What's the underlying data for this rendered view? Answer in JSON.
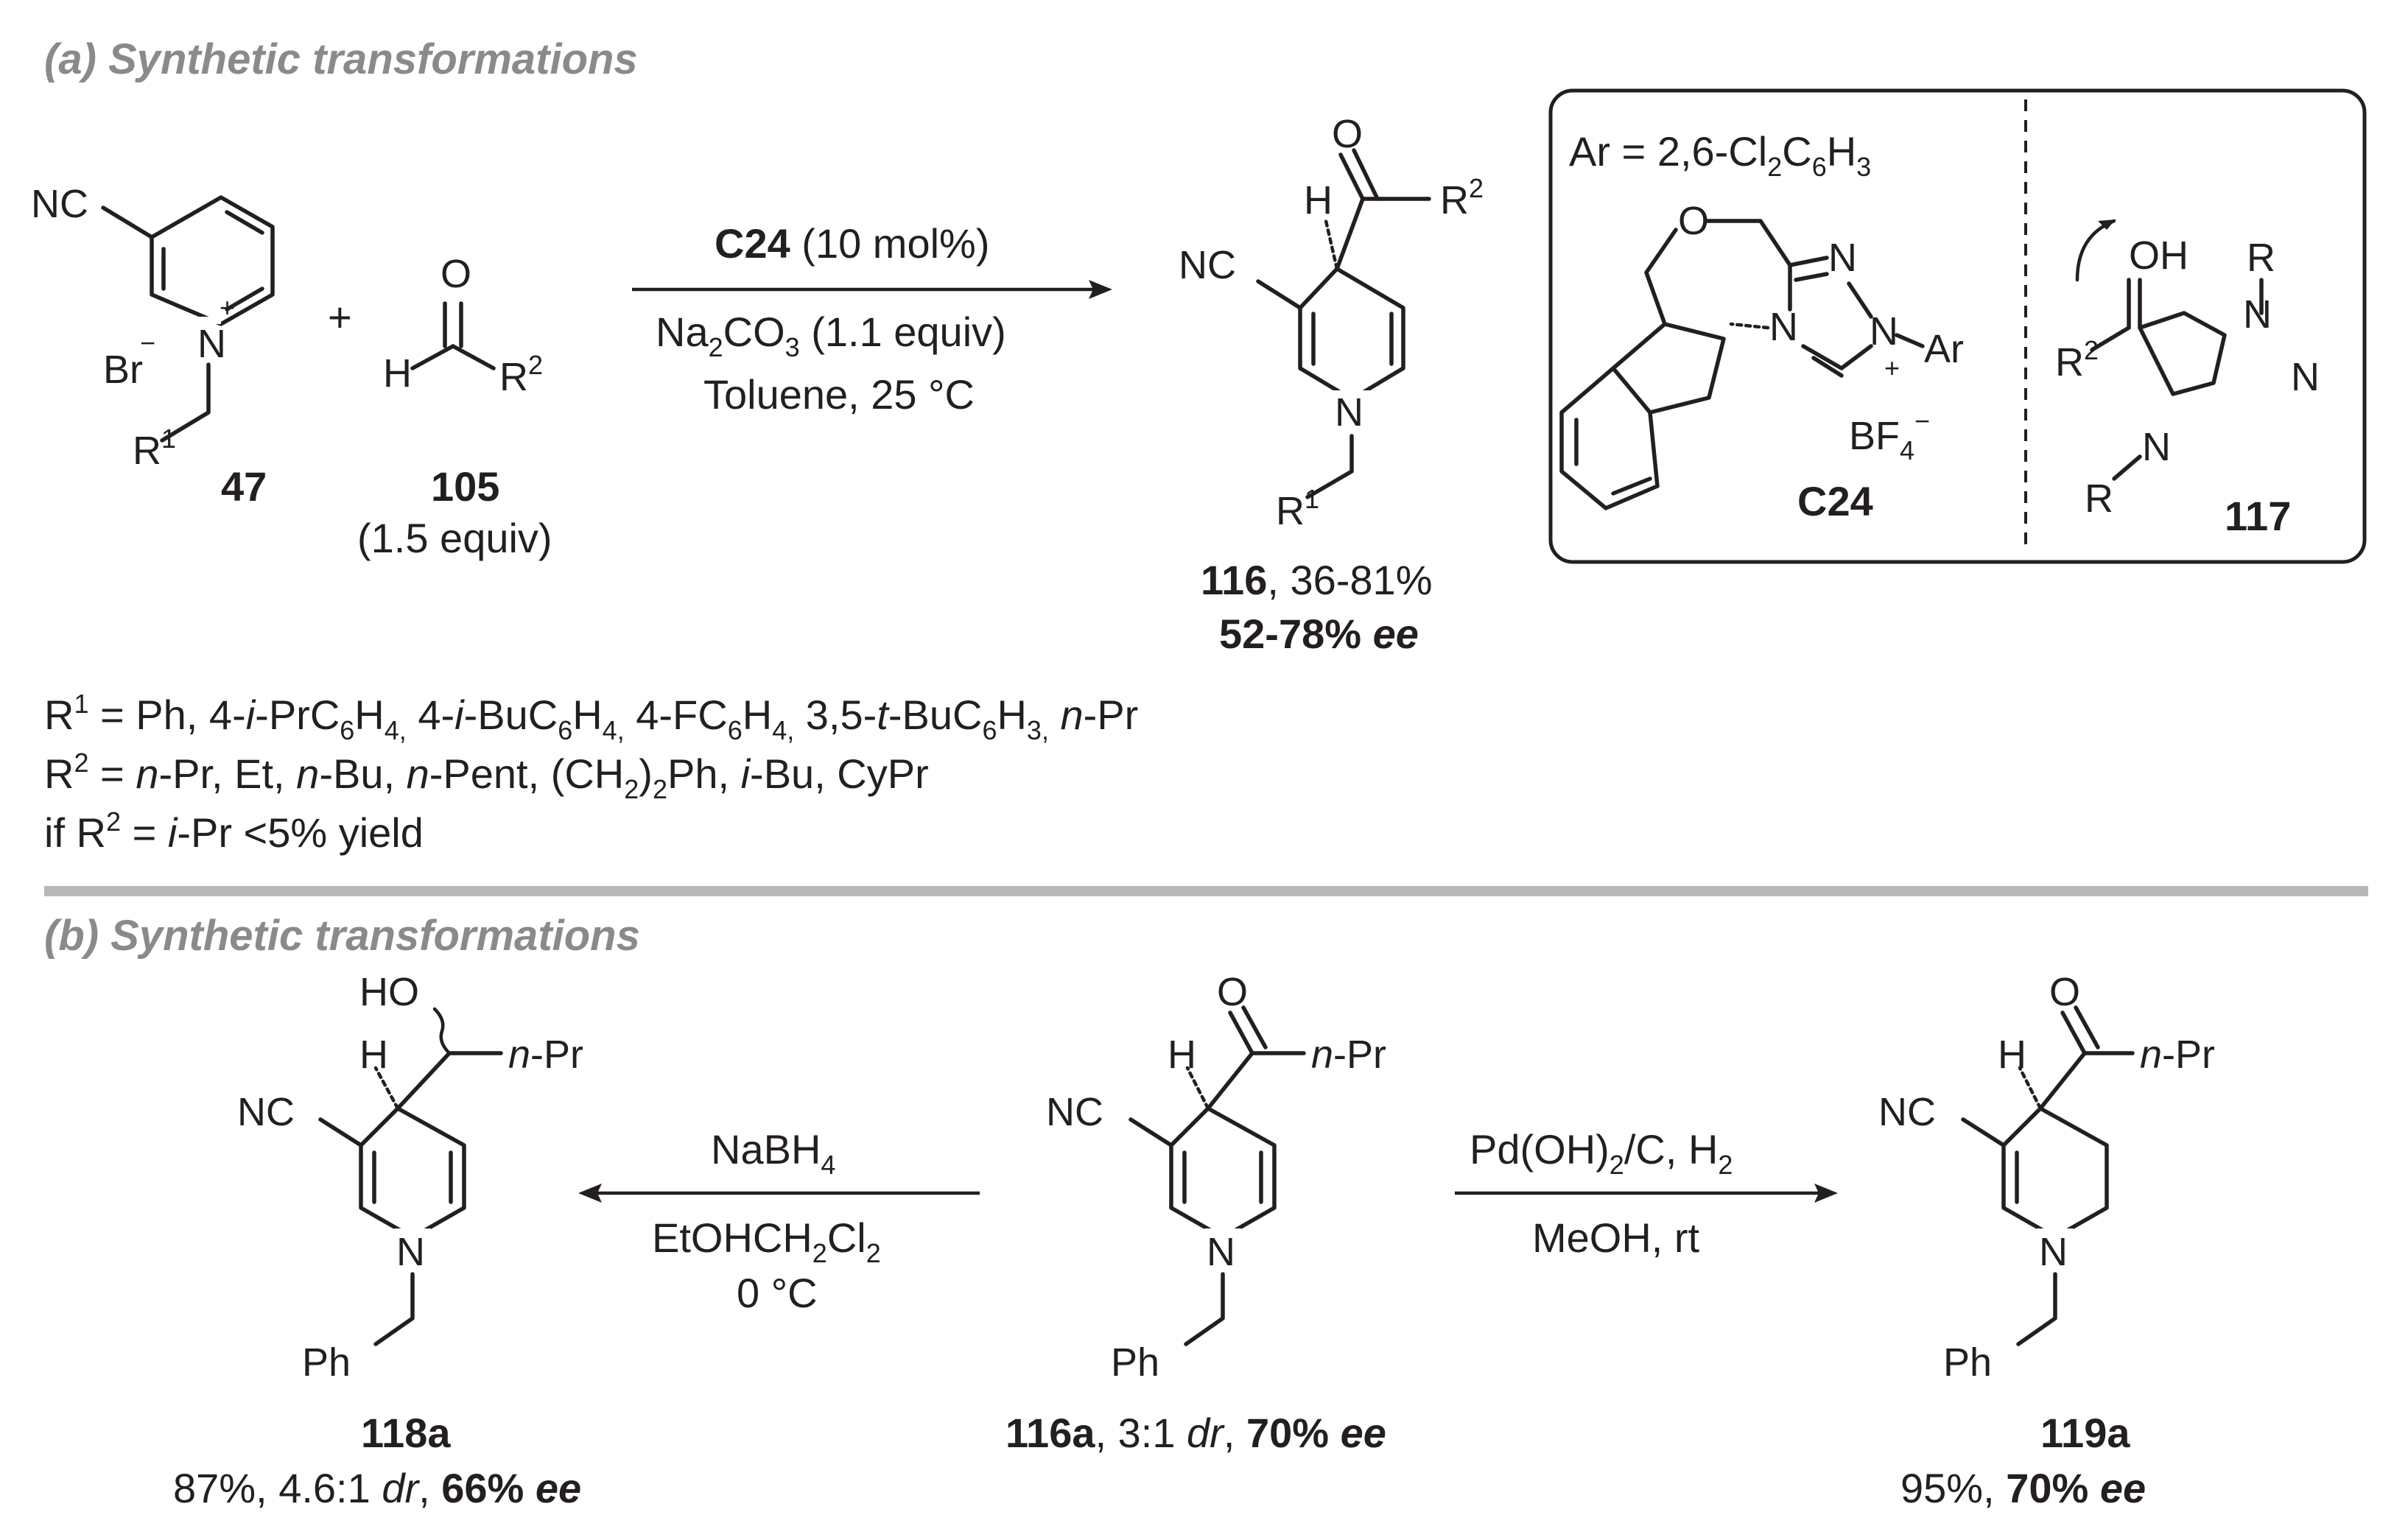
{
  "section_a": {
    "title": "(a) Synthetic transformations"
  },
  "section_b": {
    "title": "(b) Synthetic transformations"
  },
  "reactant_47": {
    "id": "47",
    "cn": "NC",
    "counterion": "Br",
    "r": "R",
    "r_sup": "1",
    "charge": "+",
    "neg": "−"
  },
  "plus": "+",
  "reactant_105": {
    "id": "105",
    "equiv": "(1.5 equiv)",
    "o": "O",
    "h": "H",
    "r": "R",
    "r_sup": "2"
  },
  "conditions_a": {
    "catalyst": "C24",
    "catalyst_loading": " (10 mol%)",
    "base_pre": "Na",
    "base_sub1": "2",
    "base_mid": "CO",
    "base_sub2": "3",
    "base_post": " (1.1 equiv)",
    "solvent": "Toluene, 25 °C"
  },
  "product_116": {
    "id": "116",
    "yield": ", 36-81%",
    "ee": "52-78% ee"
  },
  "catalyst_box": {
    "ar_def_pre": "Ar = 2,6-Cl",
    "ar_sub1": "2",
    "ar_mid": "C",
    "ar_sub2": "6",
    "ar_post": "H",
    "ar_sub3": "3",
    "catalyst_id": "C24",
    "anion": "BF",
    "anion_sub": "4",
    "anion_sup": "−",
    "intermediate_id": "117",
    "oh": "OH",
    "r": "R",
    "r2": "R",
    "r2_sup": "2",
    "n": "N",
    "ar": "Ar",
    "o": "O"
  },
  "substituents": {
    "r1_line": [
      "R",
      "1",
      " = Ph, 4-",
      "i",
      "-PrC",
      "6",
      "H",
      "4,",
      " 4-",
      "i",
      "-BuC",
      "6",
      "H",
      "4,",
      " 4-FC",
      "6",
      "H",
      "4,",
      " 3,5-",
      "t",
      "-BuC",
      "6",
      "H",
      "3,",
      " ",
      "n",
      "-Pr"
    ],
    "r2_line": [
      "R",
      "2",
      " = ",
      "n",
      "-Pr, Et, ",
      "n",
      "-Bu, ",
      "n",
      "-Pent, (CH",
      "2",
      ")",
      "2",
      "Ph, ",
      "i",
      "-Bu, CyPr"
    ],
    "r2_exception": [
      "if R",
      "2",
      " = ",
      "i",
      "-Pr <5% yield"
    ]
  },
  "reduction": {
    "reagent_pre": "NaBH",
    "reagent_sub": "4",
    "solvent_pre": "EtOHCH",
    "solvent_sub1": "2",
    "solvent_mid": "Cl",
    "solvent_sub2": "2",
    "temp": "0 °C"
  },
  "hydrogenation": {
    "reagent_pre": "Pd(OH)",
    "reagent_sub": "2",
    "reagent_mid": "/C, H",
    "reagent_sub2": "2",
    "solvent": "MeOH, rt"
  },
  "product_118a": {
    "id": "118a",
    "yield": "87%, 4.6:1 ",
    "dr": "dr",
    "sep": ", ",
    "ee": "66% ee",
    "ho": "HO",
    "h": "H",
    "npr": "n",
    "npr2": "-Pr"
  },
  "start_116a": {
    "id": "116a",
    "ratio": ", 3:1 ",
    "dr": "dr",
    "sep": ", ",
    "ee": "70% ee",
    "o": "O",
    "h": "H",
    "npr": "n",
    "npr2": "-Pr"
  },
  "product_119a": {
    "id": "119a",
    "yield": "95%, ",
    "ee": "70% ee",
    "o": "O",
    "h": "H",
    "npr": "n",
    "npr2": "-Pr"
  },
  "atoms": {
    "nc": "NC",
    "n": "N",
    "ph": "Ph"
  }
}
